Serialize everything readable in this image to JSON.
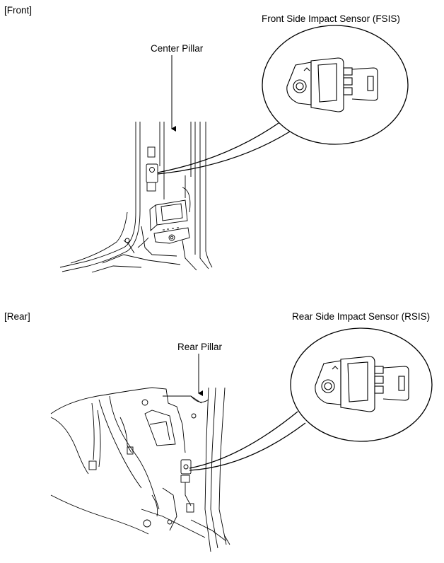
{
  "front": {
    "section_label": "[Front]",
    "sensor_label": "Front Side Impact Sensor (FSIS)",
    "pillar_label": "Center Pillar"
  },
  "rear": {
    "section_label": "[Rear]",
    "sensor_label": "Rear Side Impact Sensor (RSIS)",
    "pillar_label": "Rear Pillar"
  }
}
